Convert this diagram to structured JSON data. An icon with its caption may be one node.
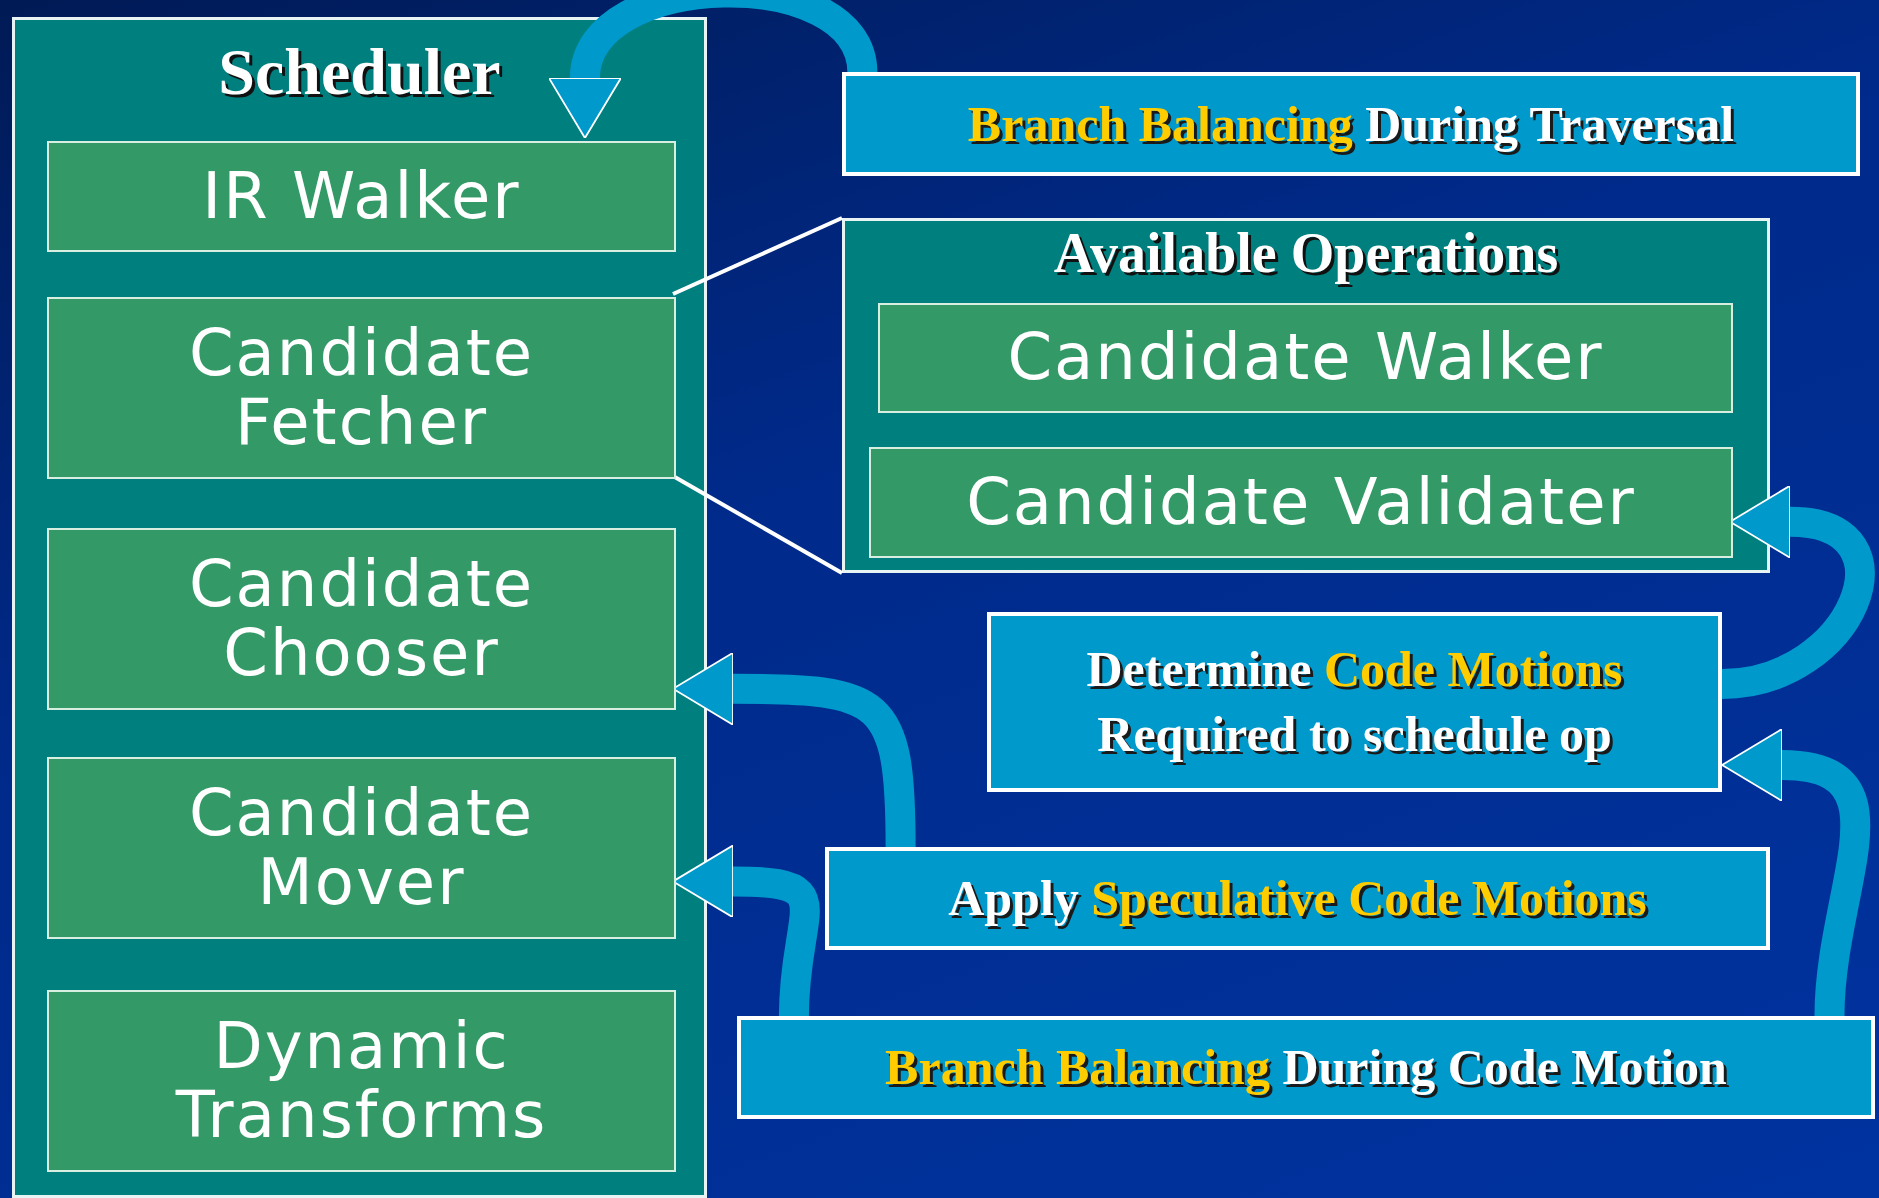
{
  "diagram": {
    "nodes": [
      {
        "text": [
          "Scheduler"
        ]
      },
      {
        "text": [
          "IR Walker"
        ],
        "in": 0
      },
      {
        "text": [
          "Candidate Fetcher"
        ],
        "in": 0
      },
      {
        "text": [
          "Candidate Chooser"
        ],
        "in": 0
      },
      {
        "text": [
          "Candidate Mover"
        ],
        "in": 0
      },
      {
        "text": [
          "Dynamic Transforms"
        ],
        "in": 0
      },
      {
        "text": [
          "**Branch Balancing** During Traversal"
        ]
      },
      {
        "text": [
          "Available Operations"
        ]
      },
      {
        "text": [
          "Candidate Walker"
        ],
        "in": 7
      },
      {
        "text": [
          "Candidate Validater"
        ],
        "in": 7
      },
      {
        "text": [
          "Determine **Code Motions** Required to schedule op"
        ]
      },
      {
        "text": [
          "Apply **Speculative Code Motions**"
        ]
      },
      {
        "text": [
          "**Branch Balancing** During Code Motion"
        ]
      }
    ],
    "edges": [
      {
        "from": 6,
        "to": 1,
        "arrow": "to"
      },
      {
        "from": 2,
        "to": 7,
        "arrow": "none",
        "color": "#ffffff"
      },
      {
        "from": 2,
        "to": 7,
        "arrow": "none",
        "color": "#ffffff"
      },
      {
        "from": 10,
        "to": 9,
        "arrow": "to"
      },
      {
        "from": 11,
        "to": 3,
        "arrow": "to"
      },
      {
        "from": 12,
        "to": 4,
        "arrow": "to"
      },
      {
        "from": 12,
        "to": 10,
        "arrow": "to"
      }
    ]
  }
}
